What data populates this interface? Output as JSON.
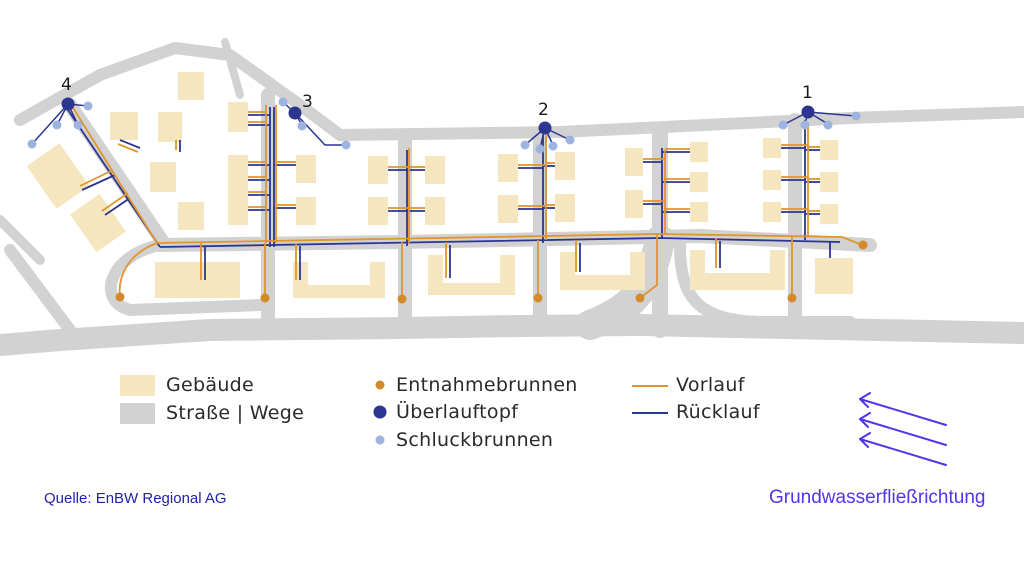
{
  "colors": {
    "building": "#f6e6c0",
    "road": "#d2d2d2",
    "vorlauf": "#e0952e",
    "ruecklauf": "#2c3590",
    "entnahme": "#d48a2a",
    "ueberlauf": "#2c3590",
    "schluck": "#9fb3e0",
    "arrow": "#5533ee"
  },
  "markers": [
    {
      "id": "1",
      "label": "1"
    },
    {
      "id": "2",
      "label": "2"
    },
    {
      "id": "3",
      "label": "3"
    },
    {
      "id": "4",
      "label": "4"
    }
  ],
  "legend": {
    "gebaeude": "Gebäude",
    "strasse": "Straße | Wege",
    "entnahmebrunnen": "Entnahmebrunnen",
    "ueberlauftopf": "Überlauftopf",
    "schluckbrunnen": "Schluckbrunnen",
    "vorlauf": "Vorlauf",
    "ruecklauf": "Rücklauf"
  },
  "source": "Quelle: EnBW Regional AG",
  "flow_direction_label": "Grundwasserfließrichtung"
}
